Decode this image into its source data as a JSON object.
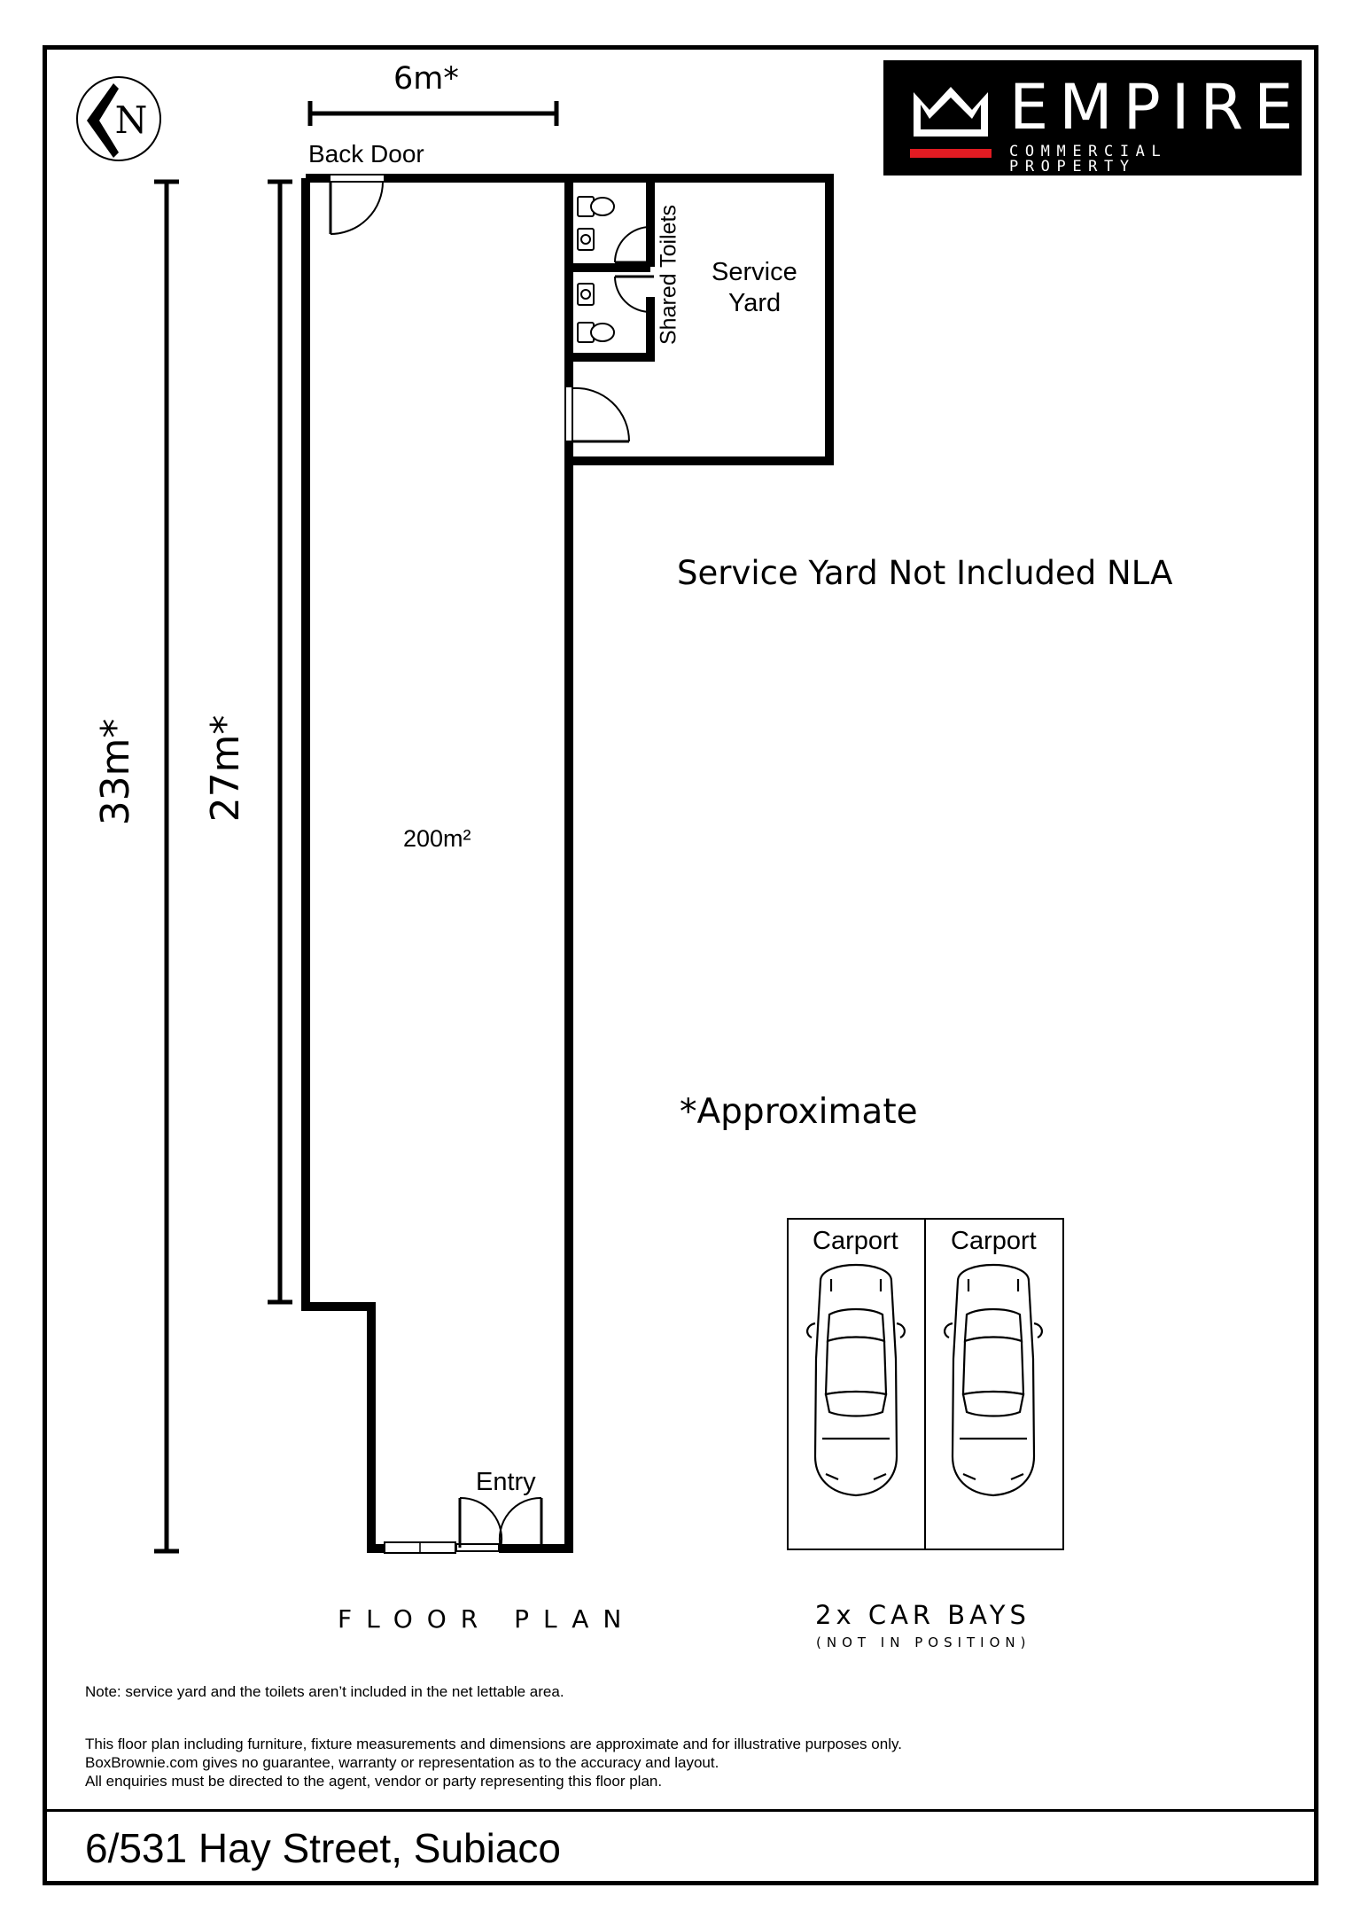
{
  "logo": {
    "name": "EMPIRE",
    "tagline": "COMMERCIAL PROPERTY",
    "accent_color": "#e11b22"
  },
  "compass": {
    "letter": "N",
    "icon": "north-arrow-icon"
  },
  "dimensions": {
    "width": "6m*",
    "overall_length": "33m*",
    "internal_length": "27m*"
  },
  "rooms": {
    "main_area": "200m²",
    "back_door": "Back Door",
    "shared_toilets": "Shared Toilets",
    "service_yard_line1": "Service",
    "service_yard_line2": "Yard",
    "entry": "Entry"
  },
  "notes": {
    "nla": "Service Yard Not Included NLA",
    "approximate": "*Approximate"
  },
  "carports": {
    "bays": [
      {
        "label": "Carport"
      },
      {
        "label": "Carport"
      }
    ],
    "caption": "2x CAR BAYS",
    "subcaption": "(NOT IN POSITION)"
  },
  "captions": {
    "floor_plan": "FLOOR PLAN"
  },
  "disclaimer": {
    "note": "Note: service yard and the toilets aren’t included in the net lettable area.",
    "line1": "This floor plan including furniture, fixture measurements and dimensions are approximate and for illustrative purposes only.",
    "line2": "BoxBrownie.com gives no guarantee, warranty or representation as to the accuracy and layout.",
    "line3": "All enquiries must be directed to the agent, vendor or party representing this floor plan."
  },
  "address": "6/531 Hay Street, Subiaco"
}
